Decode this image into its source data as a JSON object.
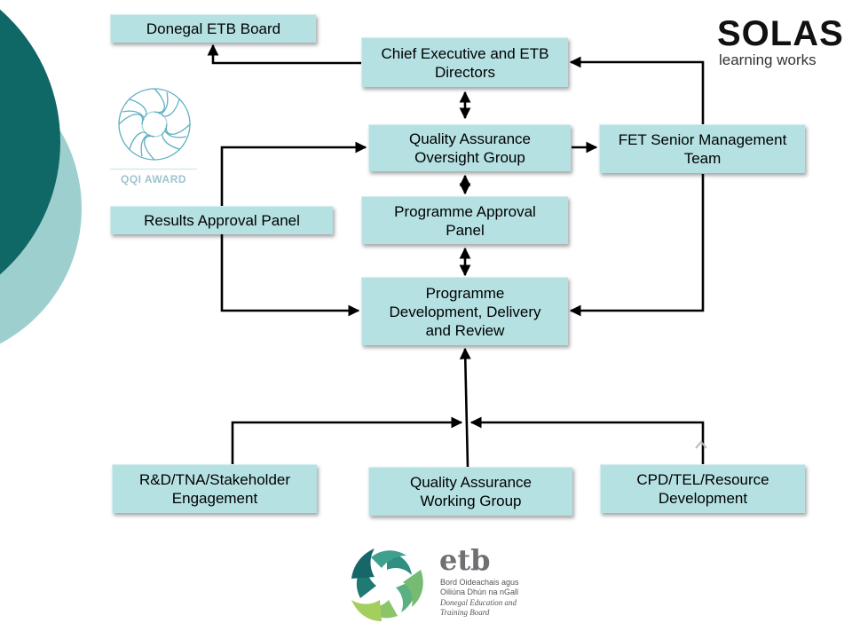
{
  "boxes": {
    "donegal_board": "Donegal ETB Board",
    "chief_exec_line1": "Chief Executive and ETB",
    "chief_exec_line2": "Directors",
    "qa_oversight_line1": "Quality Assurance",
    "qa_oversight_line2": "Oversight Group",
    "fet_smt_line1": "FET Senior Management",
    "fet_smt_line2": "Team",
    "results_panel": "Results Approval Panel",
    "prog_approval_line1": "Programme Approval",
    "prog_approval_line2": "Panel",
    "prog_dev_line1": "Programme",
    "prog_dev_line2": "Development, Delivery",
    "prog_dev_line3": "and Review",
    "rd_line1": "R&D/TNA/Stakeholder",
    "rd_line2": "Engagement",
    "qa_working_line1": "Quality Assurance",
    "qa_working_line2": "Working Group",
    "cpd_line1": "CPD/TEL/Resource",
    "cpd_line2": "Development"
  },
  "logos": {
    "solas_word": "SOLAS",
    "solas_tagline": "learning works",
    "qqi_text": "QQI AWARD",
    "etb_word": "etb",
    "etb_line1": "Bord Oideachais agus",
    "etb_line2": "Oiliúna Dhún na nGall",
    "etb_line3": "Donegal Education and",
    "etb_line4": "Training Board"
  },
  "colors": {
    "box_fill": "#b5e1e3",
    "accent_dark_teal": "#0f6766",
    "accent_light_teal": "#9ecfcf"
  }
}
